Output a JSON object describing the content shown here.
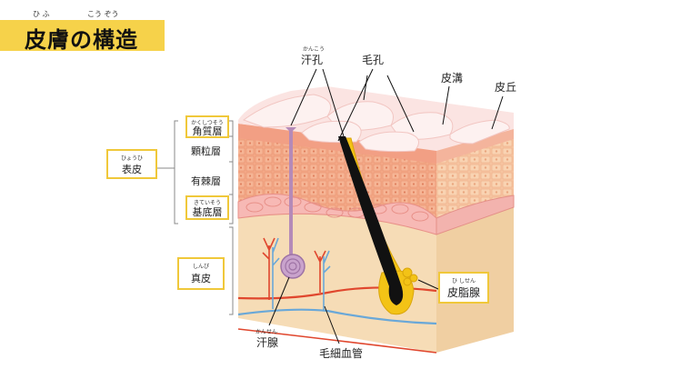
{
  "title": {
    "text": "皮膚の構造",
    "ruby_hifu": "ひ ふ",
    "ruby_kouzou": "こう ぞう"
  },
  "labels": {
    "sweat_pore": "汗孔",
    "sweat_pore_ruby": "かんこう",
    "hair_pore": "毛孔",
    "skin_groove": "皮溝",
    "skin_hill": "皮丘",
    "stratum_corneum": "角質層",
    "stratum_corneum_ruby": "かくしつそう",
    "granular_layer": "顆粒層",
    "spinous_layer": "有棘層",
    "basal_layer": "基底層",
    "basal_layer_ruby": "きていそう",
    "epidermis": "表皮",
    "epidermis_ruby": "ひょうひ",
    "dermis": "真皮",
    "dermis_ruby": "しんぴ",
    "sebaceous_gland": "皮脂腺",
    "sebaceous_gland_ruby": "ひ しせん",
    "sweat_gland": "汗腺",
    "sweat_gland_ruby": "かんせん",
    "capillary": "毛細血管"
  },
  "colors": {
    "title_band": "#f6d24a",
    "box_border": "#f0c83a",
    "horny": "#f7c9c4",
    "epidermis": "#f2a07e",
    "dermis": "#f6dcb6",
    "hair": "#f3c316"
  }
}
